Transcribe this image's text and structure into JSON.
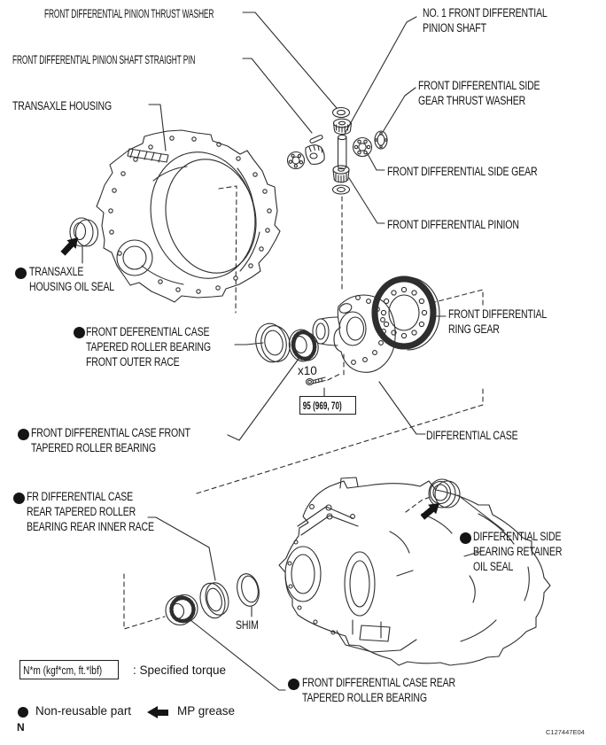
{
  "figure": {
    "footer_left": "N",
    "footer_right": "C127447E04"
  },
  "torque_callout": {
    "bolt_count": "x10",
    "torque_value": "95 (969, 70)"
  },
  "legend": {
    "torque_box": "N*m (kgf*cm, ft.*lbf)",
    "torque_meaning": ": Specified torque",
    "non_reusable": "Non-reusable part",
    "mp_grease": "MP grease"
  },
  "colors": {
    "background": "#ffffff",
    "line": "#2e2e2e",
    "text": "#151515"
  },
  "labels": [
    {
      "id": "front-differential-pinion-thrust-washer",
      "text": "FRONT DIFFERENTIAL PINION THRUST WASHER",
      "non_reusable": false
    },
    {
      "id": "no1-front-differential-pinion-shaft",
      "text": "NO. 1 FRONT DIFFERENTIAL\nPINION SHAFT",
      "non_reusable": false
    },
    {
      "id": "front-differential-pinion-shaft-straight-pin",
      "text": "FRONT DIFFERENTIAL PINION SHAFT STRAIGHT PIN",
      "non_reusable": false
    },
    {
      "id": "transaxle-housing",
      "text": "TRANSAXLE HOUSING",
      "non_reusable": false
    },
    {
      "id": "front-differential-side-gear-thrust-washer",
      "text": "FRONT DIFFERENTIAL SIDE\nGEAR THRUST WASHER",
      "non_reusable": false
    },
    {
      "id": "front-differential-side-gear",
      "text": "FRONT DIFFERENTIAL SIDE GEAR",
      "non_reusable": false
    },
    {
      "id": "front-differential-pinion",
      "text": "FRONT DIFFERENTIAL PINION",
      "non_reusable": false
    },
    {
      "id": "transaxle-housing-oil-seal",
      "text": "TRANSAXLE\nHOUSING OIL SEAL",
      "non_reusable": true
    },
    {
      "id": "front-deferential-case-tapered-roller-bearing-front-outer-race",
      "text": "FRONT DEFERENTIAL CASE\nTAPERED ROLLER BEARING\nFRONT OUTER RACE",
      "non_reusable": true
    },
    {
      "id": "front-differential-ring-gear",
      "text": "FRONT DIFFERENTIAL\nRING GEAR",
      "non_reusable": false
    },
    {
      "id": "front-differential-case-front-tapered-roller-bearing",
      "text": "FRONT DIFFERENTIAL CASE FRONT\nTAPERED ROLLER BEARING",
      "non_reusable": true
    },
    {
      "id": "differential-case",
      "text": "DIFFERENTIAL CASE",
      "non_reusable": false
    },
    {
      "id": "fr-differential-case-rear-tapered-roller-bearing-rear-inner-race",
      "text": "FR DIFFERENTIAL CASE\nREAR TAPERED ROLLER\nBEARING REAR INNER RACE",
      "non_reusable": true
    },
    {
      "id": "differential-side-bearing-retainer-oil-seal",
      "text": "DIFFERENTIAL SIDE\nBEARING RETAINER\nOIL SEAL",
      "non_reusable": true
    },
    {
      "id": "shim",
      "text": "SHIM",
      "non_reusable": false
    },
    {
      "id": "front-differential-case-rear-tapered-roller-bearing",
      "text": "FRONT DIFFERENTIAL CASE REAR\nTAPERED ROLLER BEARING",
      "non_reusable": true
    }
  ]
}
